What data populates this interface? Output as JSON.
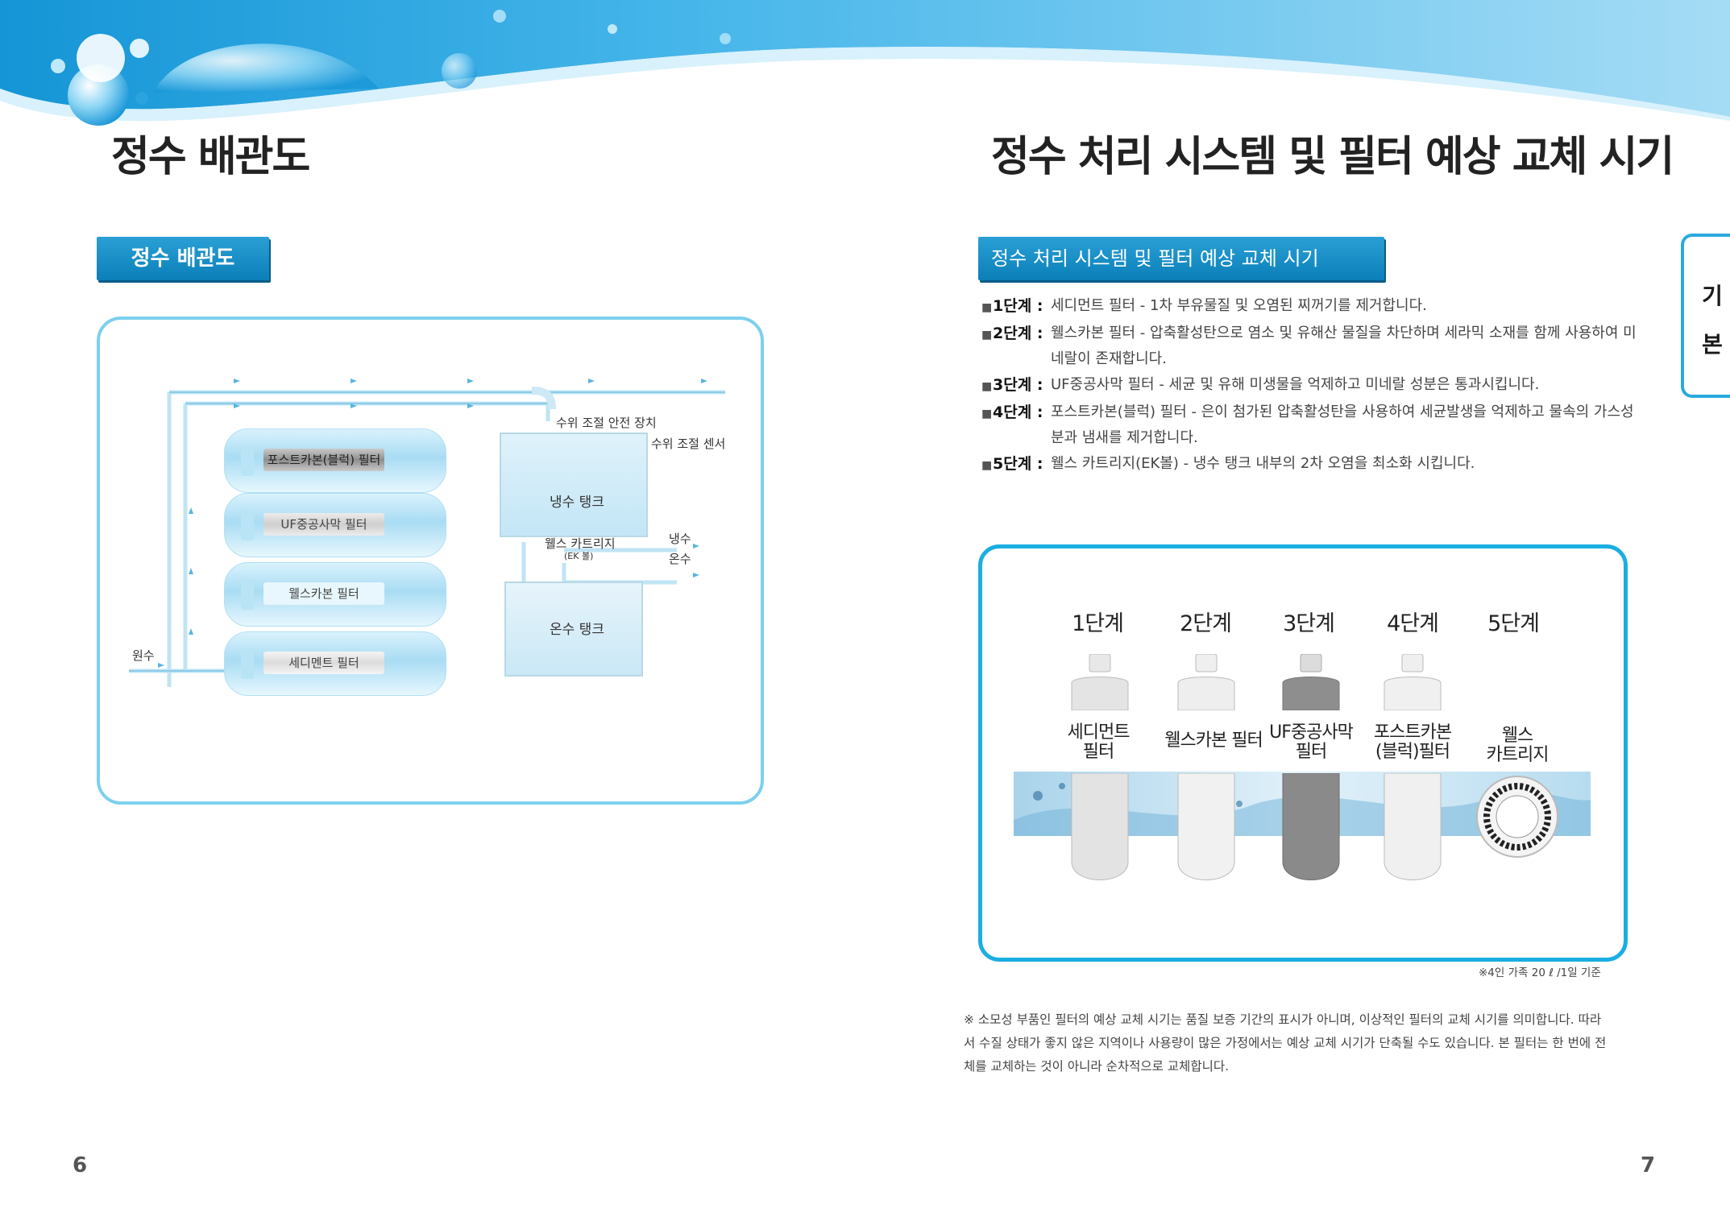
{
  "left": {
    "title": "정수 배관도",
    "section_label": "정수 배관도",
    "diagram": {
      "filters": [
        "포스트카본(블럭) 필터",
        "UF중공사막 필터",
        "웰스카본 필터",
        "세디멘트 필터"
      ],
      "labels": {
        "level_safety": "수위 조절 안전 장치",
        "level_sensor": "수위 조절 센서",
        "cold_tank": "냉수 탱크",
        "wells_cartridge": "웰스 카트리지",
        "ek_ball": "(EK 볼)",
        "cold_water": "냉수",
        "hot_water": "온수",
        "hot_tank": "온수 탱크",
        "raw_water": "원수"
      }
    },
    "page_number": "6"
  },
  "right": {
    "title": "정수 처리 시스템 및 필터 예상 교체 시기",
    "section_label": "정수 처리 시스템 및 필터 예상 교체 시기",
    "steps": [
      {
        "label": "1단계",
        "sep": ":",
        "text": "세디먼트 필터 - 1차 부유물질 및 오염된 찌꺼기를 제거합니다."
      },
      {
        "label": "2단계",
        "sep": ":",
        "text": "웰스카본 필터 - 압축활성탄으로 염소 및 유해산 물질을 차단하며 세라믹 소재를 함께 사용하여 미네랄이 존재합니다."
      },
      {
        "label": "3단계",
        "sep": ":",
        "text": "UF중공사막 필터 - 세균 및 유해 미생물을 억제하고 미네랄 성분은 통과시킵니다."
      },
      {
        "label": "4단계",
        "sep": ":",
        "text": "포스트카본(블럭) 필터 - 은이 첨가된 압축활성탄을 사용하여 세균발생을 억제하고 물속의 가스성분과 냄새를 제거합니다."
      },
      {
        "label": "5단계",
        "sep": ":",
        "text": "웰스 카트리지(EK볼) - 냉수 탱크 내부의 2차 오염을 최소화 시킵니다."
      }
    ],
    "stages": [
      {
        "head": "1단계",
        "name1": "세디먼트",
        "name2": "필터"
      },
      {
        "head": "2단계",
        "name1": "웰스카본 필터",
        "name2": ""
      },
      {
        "head": "3단계",
        "name1": "UF중공사막",
        "name2": "필터"
      },
      {
        "head": "4단계",
        "name1": "포스트카본",
        "name2": "(블럭)필터"
      },
      {
        "head": "5단계",
        "name1": "웰스",
        "name2": "카트리지"
      }
    ],
    "footnote_small": "※4인 가족 20 ℓ /1일 기준",
    "note": "※ 소모성 부품인 필터의 예상 교체 시기는 품질 보증 기간의 표시가 아니며, 이상적인 필터의 교체 시기를 의미합니다. 따라서 수질 상태가 좋지 않은 지역이나 사용량이 많은 가정에서는 예상 교체 시기가 단축될 수도 있습니다. 본 필터는 한 번에 전체를 교체하는 것이 아니라 순차적으로 교체합니다.",
    "side_tab": [
      "기",
      "본"
    ],
    "page_number": "7"
  },
  "colors": {
    "accent": "#1aaee2",
    "label_bg": "#0b7fb8",
    "panel_border": "#7dd0ee"
  }
}
